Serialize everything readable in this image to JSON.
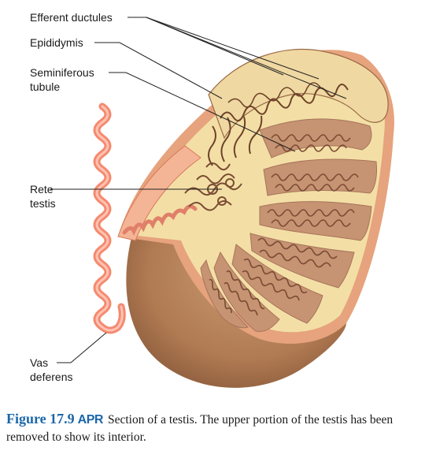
{
  "labels": {
    "efferent_ductules": "Efferent ductules",
    "epididymis": "Epididymis",
    "seminiferous_line1": "Seminiferous",
    "seminiferous_line2": "tubule",
    "rete_line1": "Rete",
    "rete_line2": "testis",
    "vas_line1": "Vas",
    "vas_line2": "deferens"
  },
  "caption": {
    "figure_number": "Figure 17.9",
    "apr_badge": "APR",
    "text": "Section of a testis. The upper portion of the testis has been removed to show its interior."
  },
  "colors": {
    "testis_body": "#b98358",
    "testis_shadow": "#8a5a3a",
    "cut_surface": "#f5e3ae",
    "lobule_fill": "#c89476",
    "tubule_stroke": "#7a4c33",
    "epididymis_fill": "#f0d9a0",
    "vas_deferens": "#f48a70",
    "leader_line": "#222222",
    "figure_blue": "#1c66a8"
  }
}
